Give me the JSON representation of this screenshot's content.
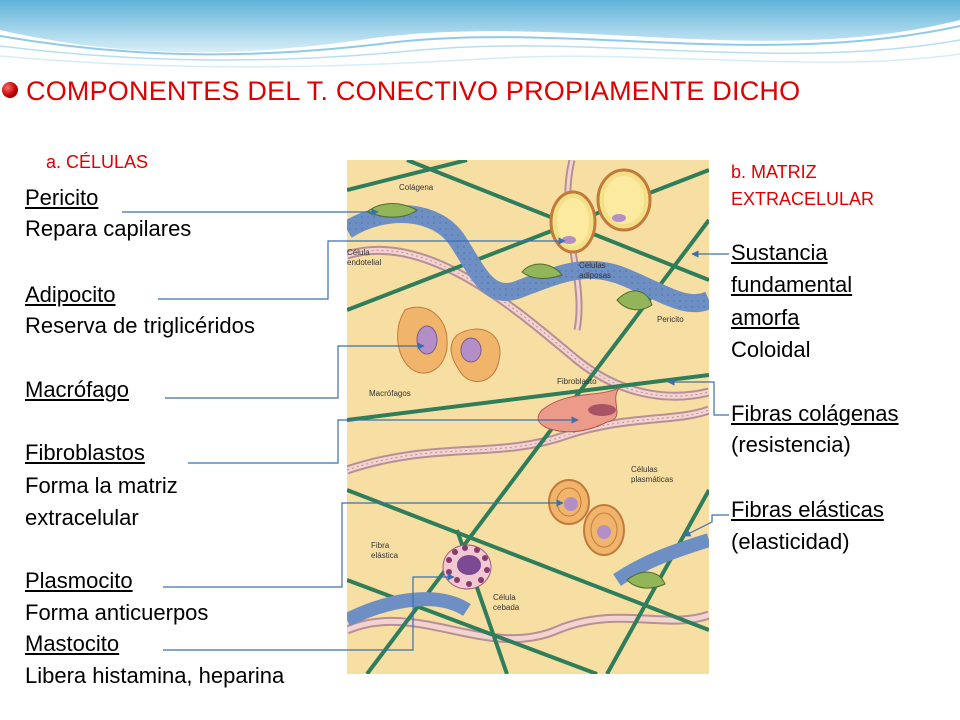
{
  "slide": {
    "title": "COMPONENTES DEL T. CONECTIVO PROPIAMENTE DICHO",
    "section_a": "a. CÉLULAS",
    "section_b_line1": "b. MATRIZ",
    "section_b_line2": "EXTRACELULAR"
  },
  "left_labels": {
    "pericito": "Pericito",
    "pericito_desc": "Repara capilares",
    "adipocito": "Adipocito",
    "adipocito_desc": "Reserva de triglicéridos",
    "macrofago": "Macrófago",
    "fibroblastos": "Fibroblastos",
    "fibroblastos_desc1": "Forma la matriz",
    "fibroblastos_desc2": "extracelular",
    "plasmocito": "Plasmocito",
    "plasmocito_desc": "Forma  anticuerpos",
    "mastocito": "Mastocito",
    "mastocito_desc": "Libera histamina, heparina"
  },
  "right_labels": {
    "sustancia1": "Sustancia",
    "sustancia2": "fundamental",
    "sustancia3": "amorfa",
    "sustancia_desc": "Coloidal",
    "colagenas": "Fibras colágenas",
    "colagenas_desc": "(resistencia)",
    "elasticas": "Fibras elásticas",
    "elasticas_desc": "(elasticidad)"
  },
  "illustration": {
    "colagena": "Colágena",
    "celula_endotelial_1": "Célula",
    "celula_endotelial_2": "endotelial",
    "celulas_adiposas_1": "Células",
    "celulas_adiposas_2": "adiposas",
    "pericito": "Pericito",
    "fibroblasto": "Fibroblasto",
    "macrofagos": "Macrófagos",
    "celulas_plasmaticas_1": "Células",
    "celulas_plasmaticas_2": "plasmáticas",
    "fibra_elastica_1": "Fibra",
    "fibra_elastica_2": "elástica",
    "celula_cebada_1": "Célula",
    "celula_cebada_2": "cebada"
  },
  "colors": {
    "title_red": "#e00000",
    "background_tissue": "#f7dfa3",
    "collagen_green": "#2e7d5b",
    "connector_blue": "#3a6fb0"
  }
}
